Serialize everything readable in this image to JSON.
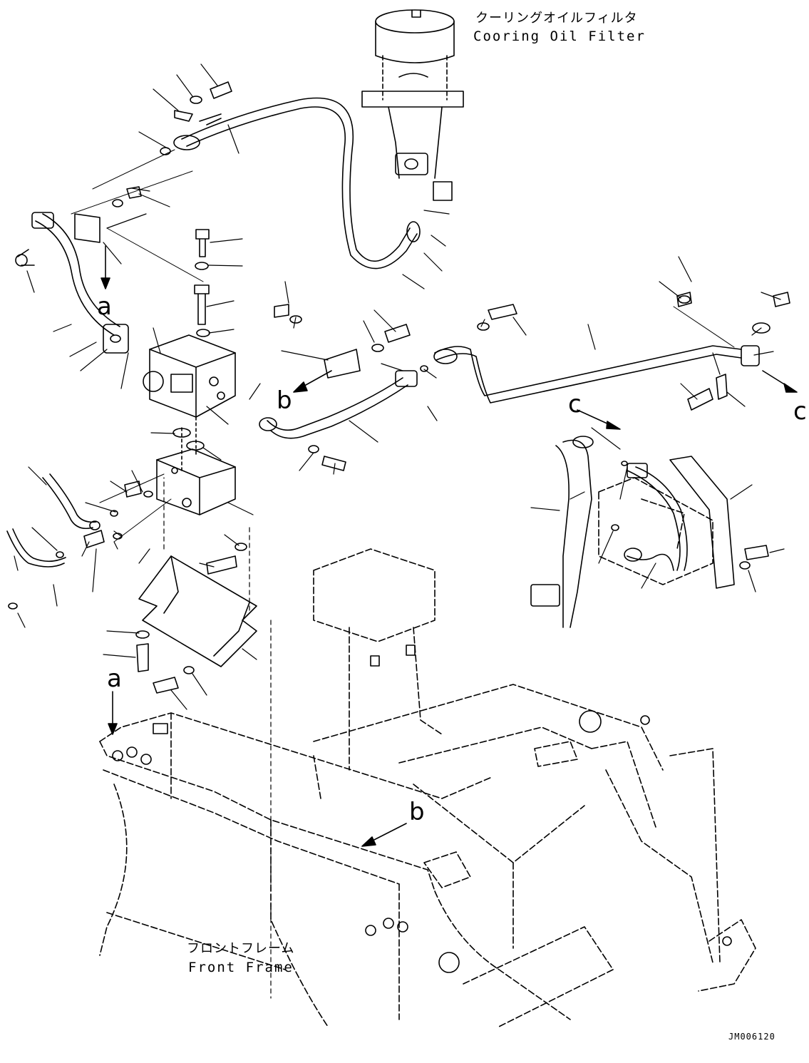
{
  "callouts": {
    "cooling_filter_ja": "クーリングオイルフィルタ",
    "cooling_filter_en": "Cooring Oil Filter",
    "front_frame_ja": "フロントフレーム",
    "front_frame_en": "Front Frame"
  },
  "refs": {
    "a_upper": "a",
    "a_lower": "a",
    "b_upper": "b",
    "b_lower": "b",
    "c_right": "c",
    "c_left": "c"
  },
  "drawing_code": "JM006120",
  "colors": {
    "line": "#000000",
    "paper": "#ffffff"
  }
}
